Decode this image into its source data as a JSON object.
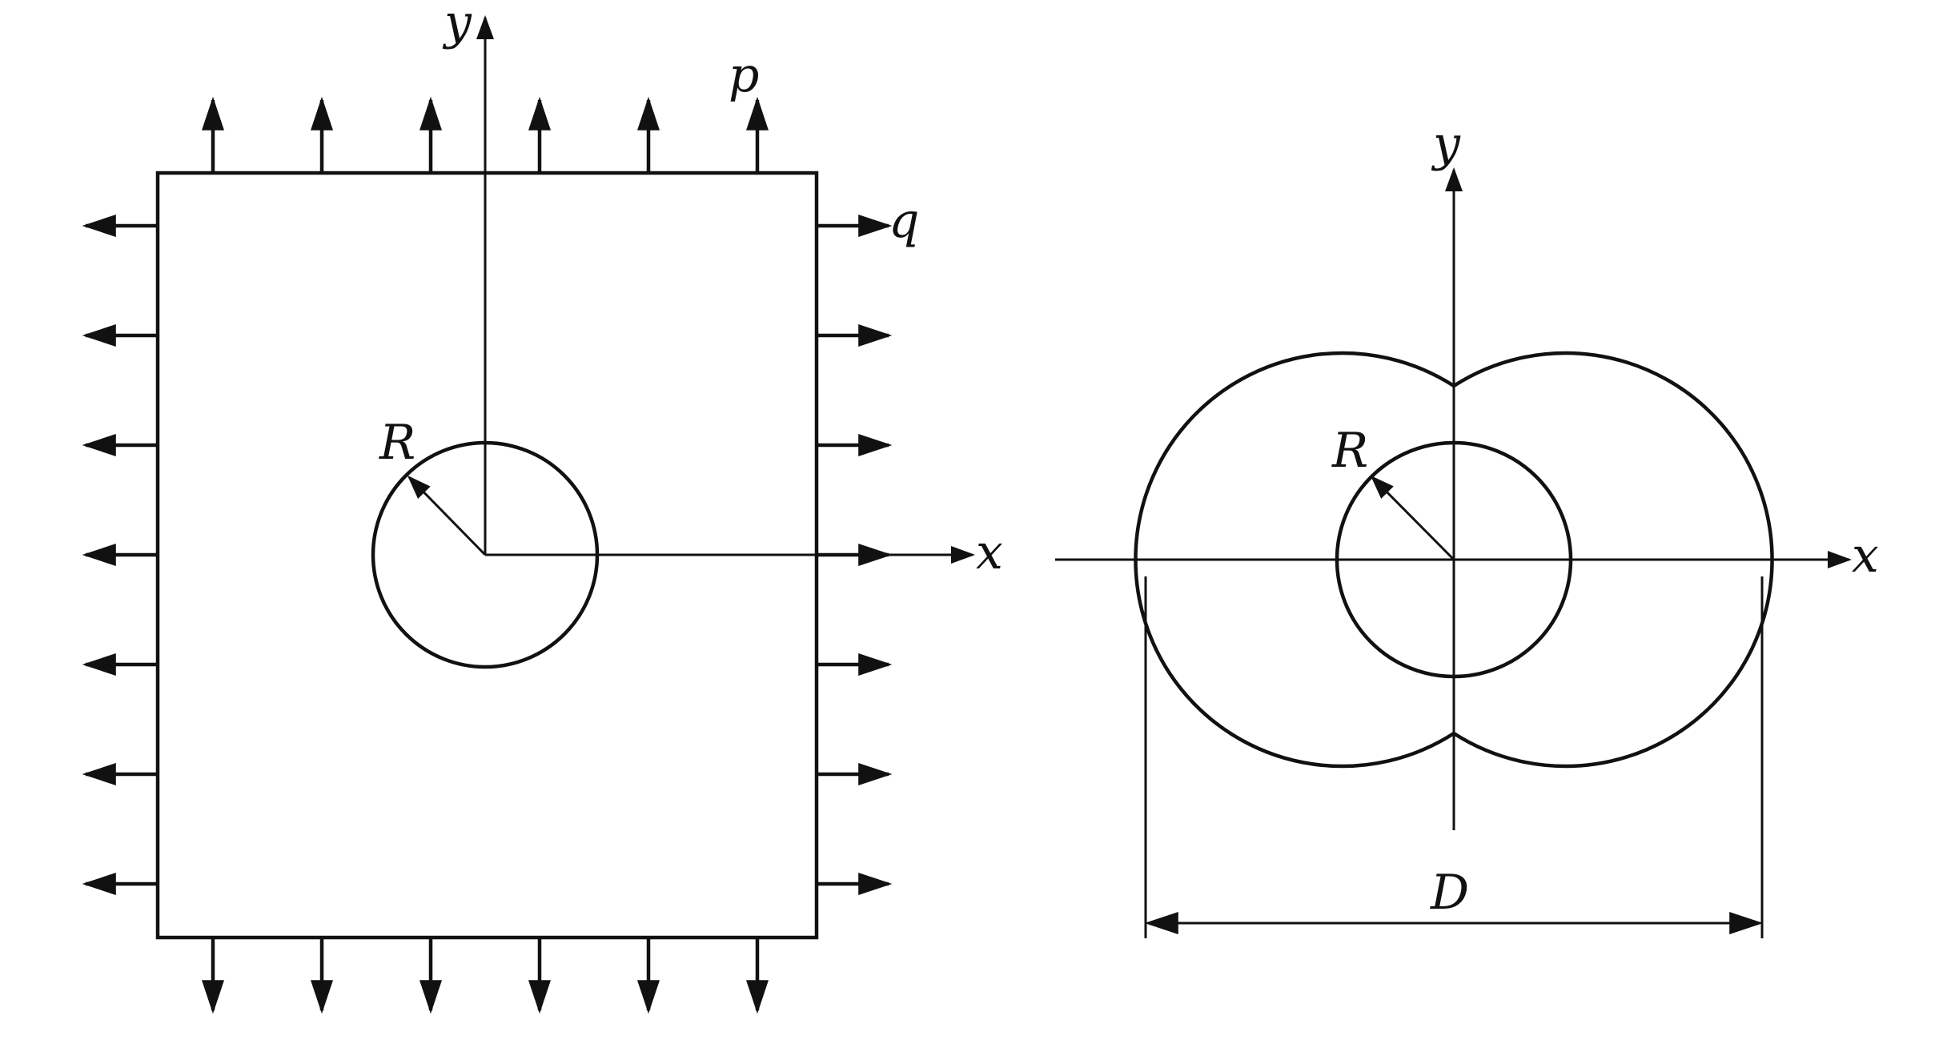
{
  "figures": {
    "left": {
      "axis_x_label": "x",
      "axis_y_label": "y",
      "load_top_label": "p",
      "load_right_label": "q",
      "radius_label": "R"
    },
    "right": {
      "axis_x_label": "x",
      "axis_y_label": "y",
      "radius_label": "R",
      "dimension_label": "D"
    }
  },
  "colors": {
    "ink": "#111111",
    "background": "#ffffff"
  }
}
